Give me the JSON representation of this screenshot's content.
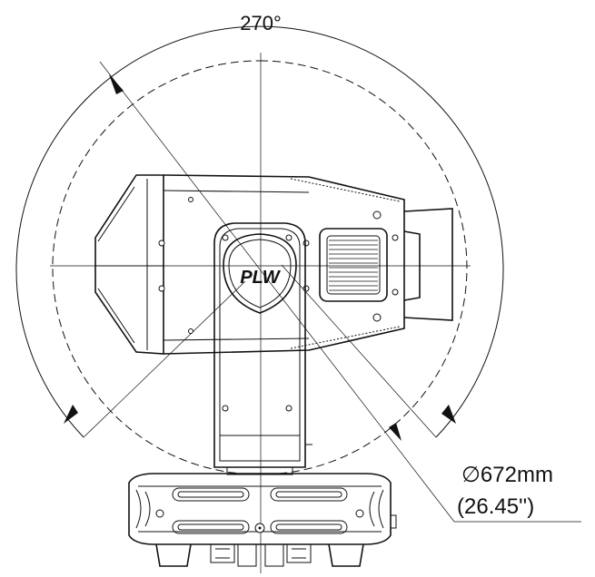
{
  "angle_label": "270°",
  "diameter": {
    "metric": "∅672mm",
    "imperial": "(26.45'')"
  },
  "logo_text": "PLW"
}
